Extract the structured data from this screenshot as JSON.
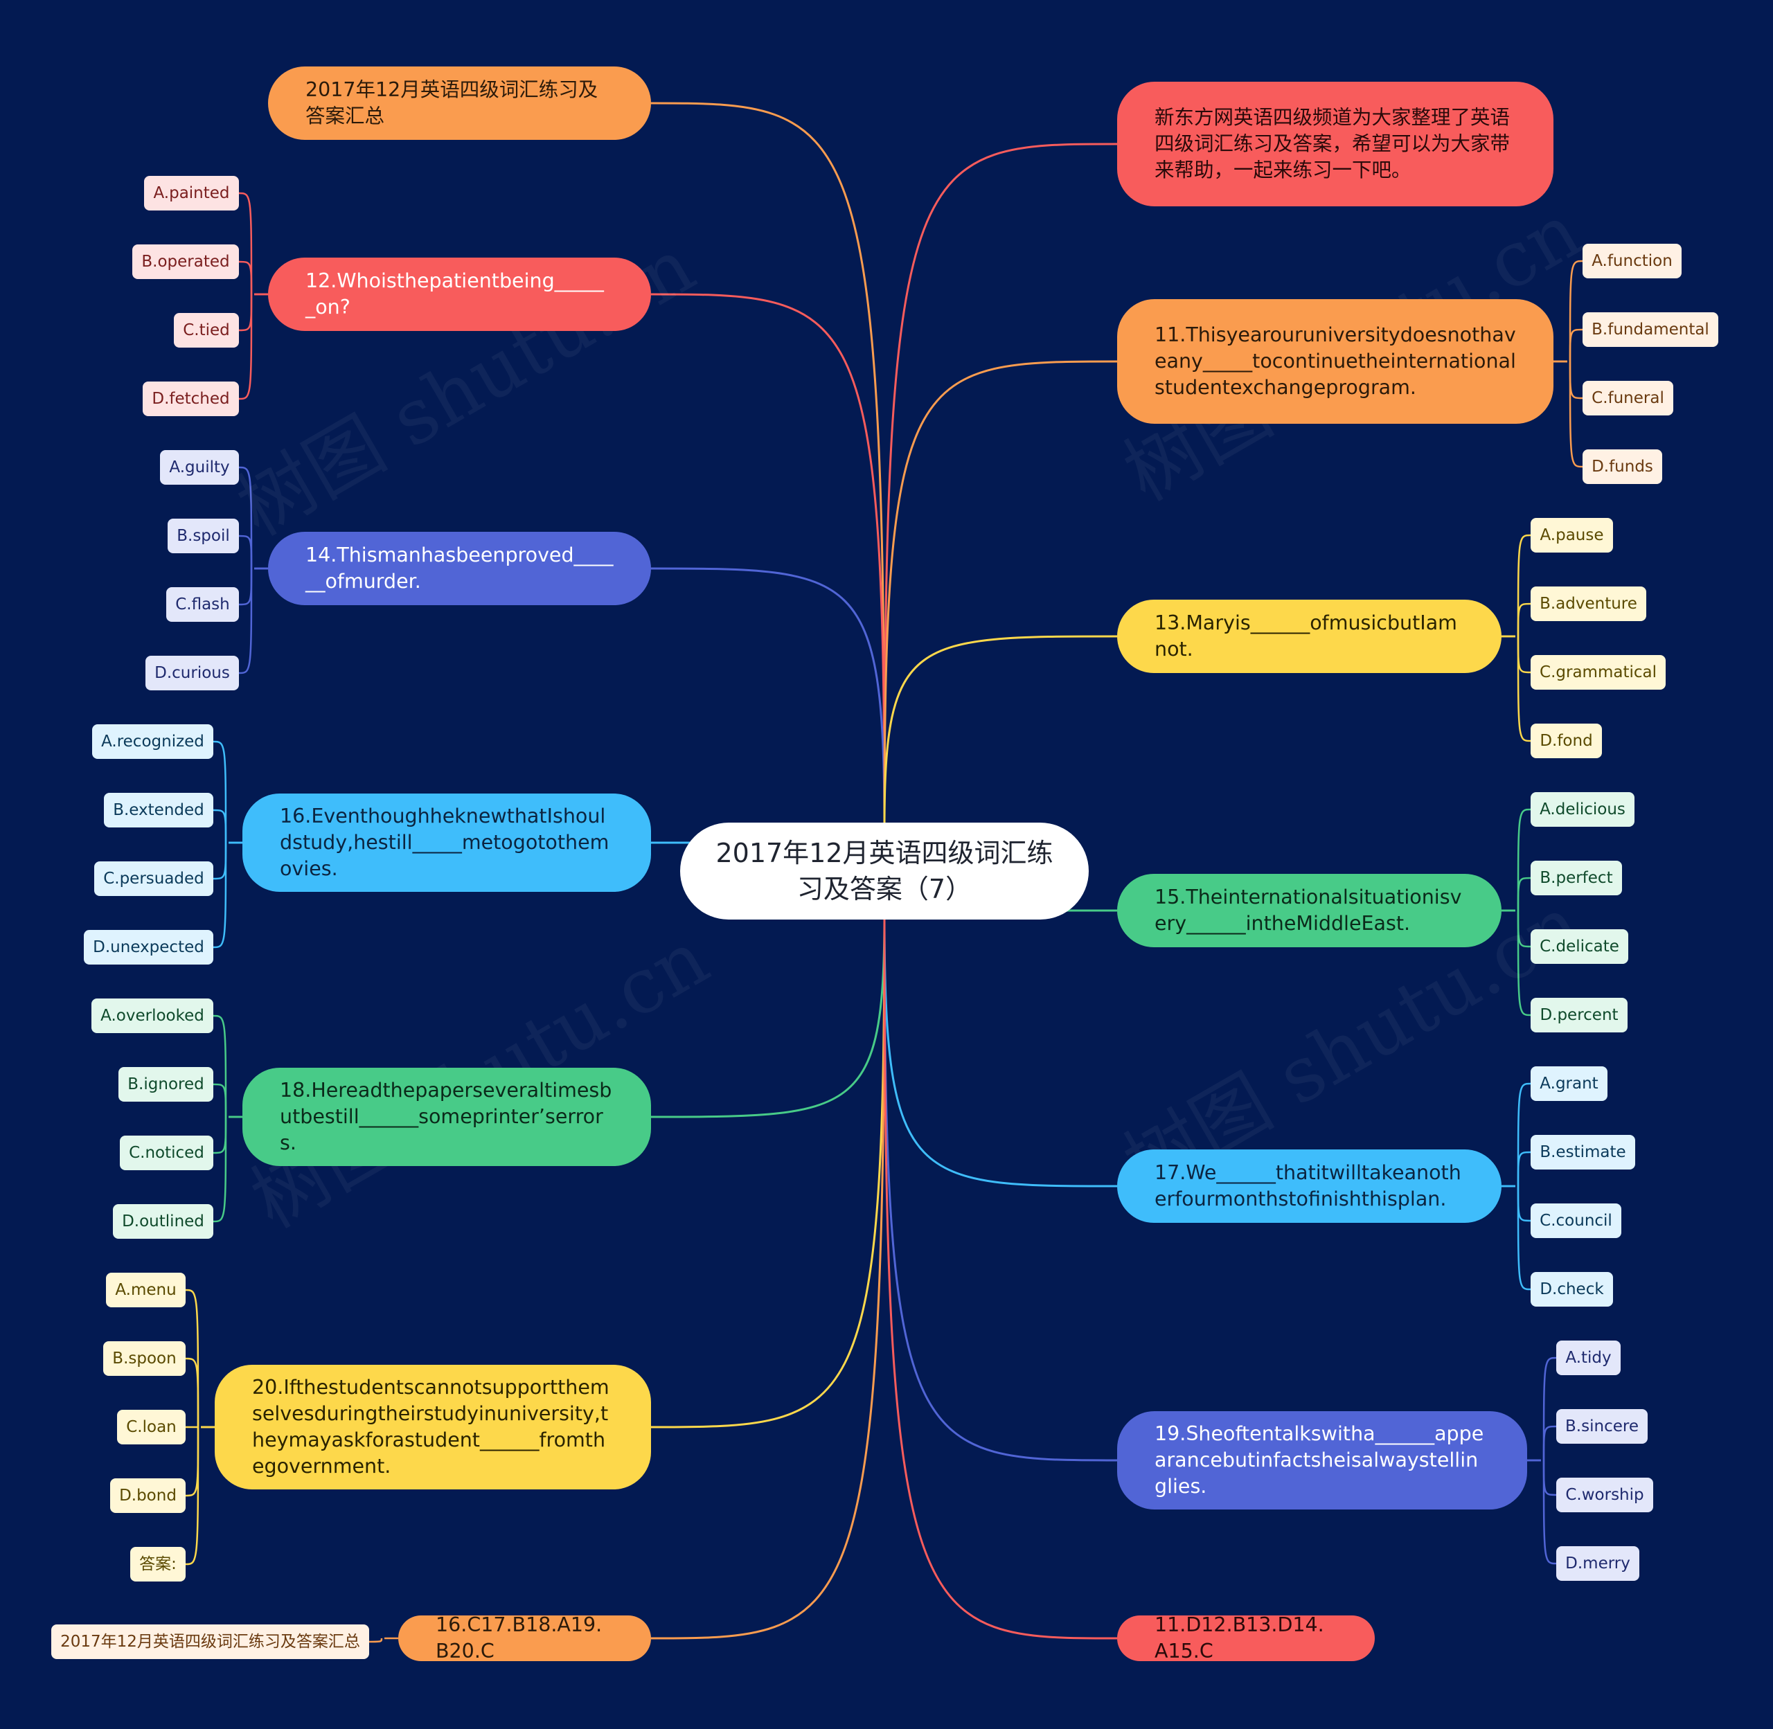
{
  "root": {
    "text": "2017年12月英语四级词汇练习及答案（7）"
  },
  "watermark": "树图 shutu.cn",
  "colors": {
    "background": "#031a52",
    "orange": "#fa9c4f",
    "red": "#f85c5c",
    "blue": "#5165d6",
    "cyan": "#3fbdfb",
    "green": "#48cb88",
    "yellow": "#fdd84b"
  },
  "branches": [
    {
      "id": "b-summary-link",
      "text": "2017年12月英语四级词汇练习及答案汇总",
      "color": "#fa9c4f",
      "fg": "#2b1a0a",
      "leaves": []
    },
    {
      "id": "b-q12",
      "text": "12.Whoisthepatientbeing______on?",
      "color": "#f85c5c",
      "fg": "#ffffff",
      "leafBg": "#fde3e3",
      "leafFg": "#7a1e1e",
      "leaves": [
        "A.painted",
        "B.operated",
        "C.tied",
        "D.fetched"
      ]
    },
    {
      "id": "b-q14",
      "text": "14.Thismanhasbeenproved______ofmurder.",
      "color": "#5165d6",
      "fg": "#ffffff",
      "leafBg": "#e3e7fa",
      "leafFg": "#1f2a6e",
      "leaves": [
        "A.guilty",
        "B.spoil",
        "C.flash",
        "D.curious"
      ]
    },
    {
      "id": "b-q16",
      "text": "16.EventhoughheknewthatIshouldstudy,hestill_____metogotothemovies.",
      "color": "#3fbdfb",
      "fg": "#0b2440",
      "leafBg": "#dff3fe",
      "leafFg": "#0b3a5a",
      "leaves": [
        "A.recognized",
        "B.extended",
        "C.persuaded",
        "D.unexpected"
      ]
    },
    {
      "id": "b-q18",
      "text": "18.Hereadthepaperseveraltimesbutbestill______someprinter’serrors.",
      "color": "#48cb88",
      "fg": "#0b2a1a",
      "leafBg": "#e2f7ec",
      "leafFg": "#0f4a2b",
      "leaves": [
        "A.overlooked",
        "B.ignored",
        "C.noticed",
        "D.outlined"
      ]
    },
    {
      "id": "b-q20",
      "text": "20.Ifthestudentscannotsupportthemselvesduringtheirstudyinuniversity,theymayaskforastudent______fromthegovernment.",
      "color": "#fdd84b",
      "fg": "#2a2300",
      "leafBg": "#fff7d6",
      "leafFg": "#5a4a00",
      "leaves": [
        "A.menu",
        "B.spoon",
        "C.loan",
        "D.bond",
        "答案:"
      ]
    },
    {
      "id": "b-ans2",
      "text": "16.C17.B18.A19.B20.C",
      "color": "#fa9c4f",
      "fg": "#2b1a0a",
      "leafBg": "#fff1e4",
      "leafFg": "#6a3a10",
      "leaves": [
        "2017年12月英语四级词汇练习及答案汇总"
      ]
    },
    {
      "id": "b-intro",
      "text": "新东方网英语四级频道为大家整理了英语四级词汇练习及答案，希望可以为大家带来帮助，一起来练习一下吧。",
      "color": "#f85c5c",
      "fg": "#2a0a0a",
      "leaves": []
    },
    {
      "id": "b-q11",
      "text": "11.Thisyearouruniversitydoesnothaveany_____tocontinuetheinternationalstudentexchangeprogram.",
      "color": "#fa9c4f",
      "fg": "#2b1a0a",
      "leafBg": "#fff1e4",
      "leafFg": "#6a3a10",
      "leaves": [
        "A.function",
        "B.fundamental",
        "C.funeral",
        "D.funds"
      ]
    },
    {
      "id": "b-q13",
      "text": "13.Maryis______ofmusicbutIamnot.",
      "color": "#fdd84b",
      "fg": "#2a2300",
      "leafBg": "#fff7d6",
      "leafFg": "#5a4a00",
      "leaves": [
        "A.pause",
        "B.adventure",
        "C.grammatical",
        "D.fond"
      ]
    },
    {
      "id": "b-q15",
      "text": "15.Theinternationalsituationisvery______intheMiddleEast.",
      "color": "#48cb88",
      "fg": "#0b2a1a",
      "leafBg": "#e2f7ec",
      "leafFg": "#0f4a2b",
      "leaves": [
        "A.delicious",
        "B.perfect",
        "C.delicate",
        "D.percent"
      ]
    },
    {
      "id": "b-q17",
      "text": "17.We______thatitwilltakeanotherfourmonthstofinishthisplan.",
      "color": "#3fbdfb",
      "fg": "#0b2440",
      "leafBg": "#dff3fe",
      "leafFg": "#0b3a5a",
      "leaves": [
        "A.grant",
        "B.estimate",
        "C.council",
        "D.check"
      ]
    },
    {
      "id": "b-q19",
      "text": "19.Sheoftentalkswitha______appearancebutinfactsheisalwaystellinglies.",
      "color": "#5165d6",
      "fg": "#ffffff",
      "leafBg": "#e3e7fa",
      "leafFg": "#1f2a6e",
      "leaves": [
        "A.tidy",
        "B.sincere",
        "C.worship",
        "D.merry"
      ]
    },
    {
      "id": "b-ans1",
      "text": "11.D12.B13.D14.A15.C",
      "color": "#f85c5c",
      "fg": "#2a0a0a",
      "leaves": []
    }
  ]
}
